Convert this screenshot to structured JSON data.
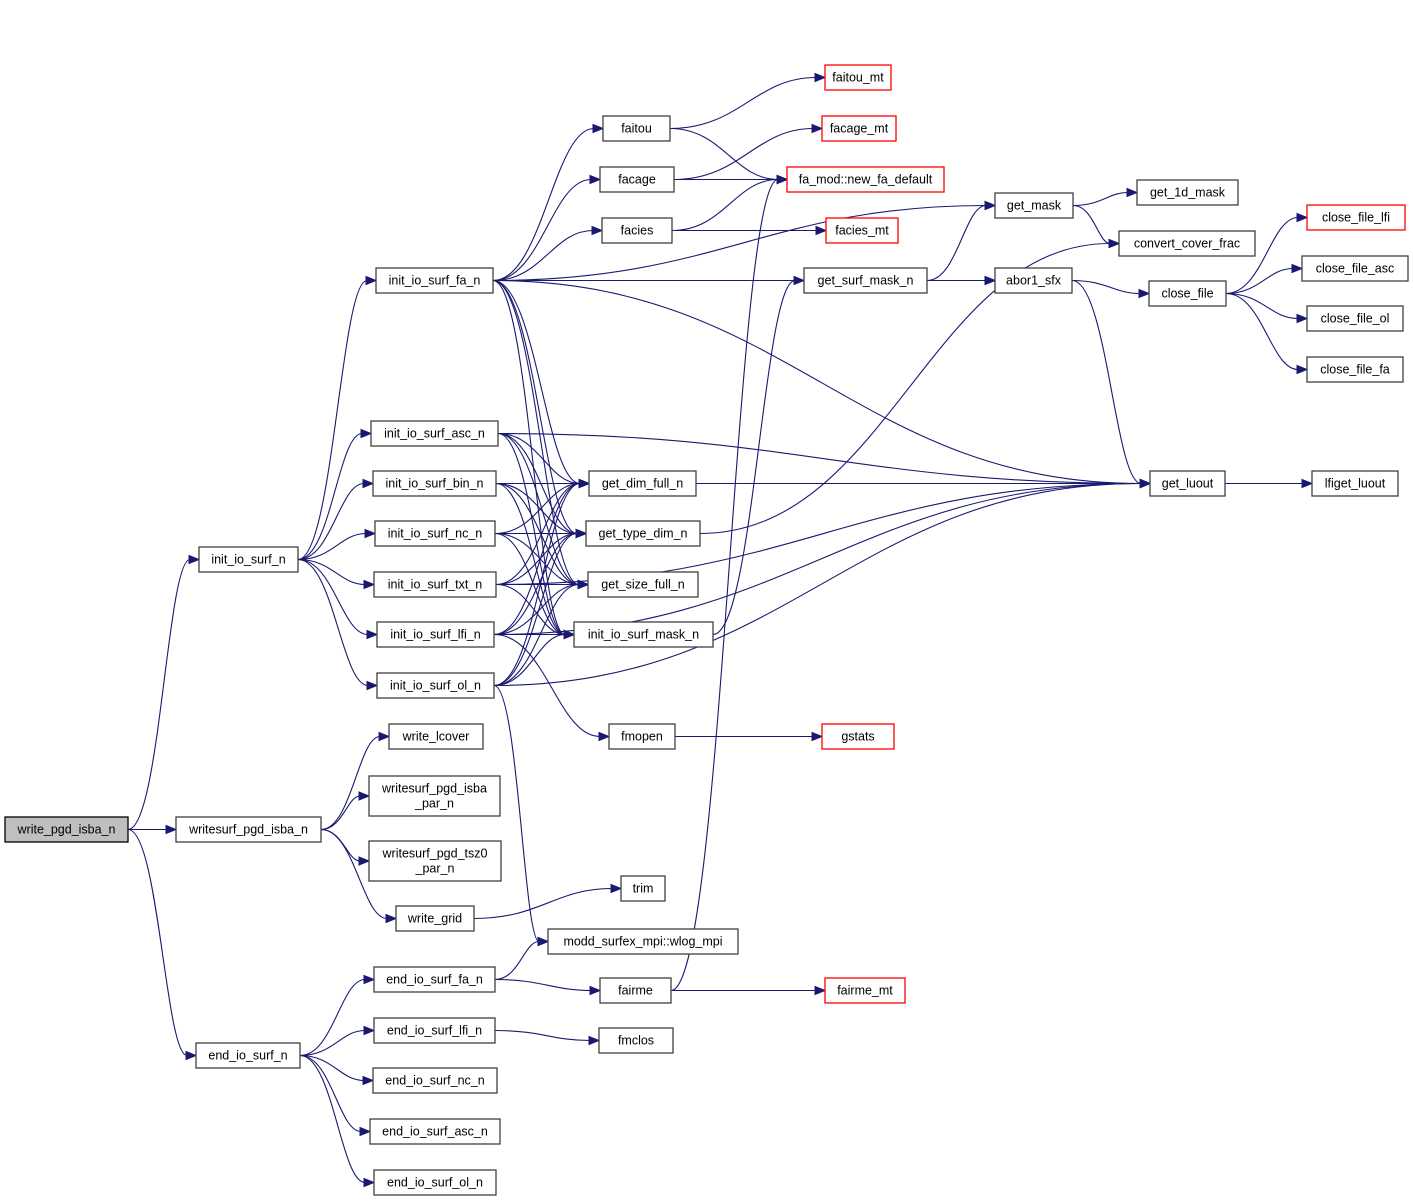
{
  "title": "Call graph of write_pgd_isba_n",
  "colors": {
    "edge": "#191970",
    "node_border": "#404040",
    "root_fill": "#bfbfbf",
    "external_border": "#ff0000"
  },
  "nodes": [
    {
      "id": "write_pgd_isba_n",
      "label": "write_pgd_isba_n",
      "kind": "root"
    },
    {
      "id": "init_io_surf_n",
      "label": "init_io_surf_n"
    },
    {
      "id": "writesurf_pgd_isba_n",
      "label": "writesurf_pgd_isba_n"
    },
    {
      "id": "end_io_surf_n",
      "label": "end_io_surf_n"
    },
    {
      "id": "init_io_surf_fa_n",
      "label": "init_io_surf_fa_n"
    },
    {
      "id": "init_io_surf_asc_n",
      "label": "init_io_surf_asc_n"
    },
    {
      "id": "init_io_surf_bin_n",
      "label": "init_io_surf_bin_n"
    },
    {
      "id": "init_io_surf_nc_n",
      "label": "init_io_surf_nc_n"
    },
    {
      "id": "init_io_surf_txt_n",
      "label": "init_io_surf_txt_n"
    },
    {
      "id": "init_io_surf_lfi_n",
      "label": "init_io_surf_lfi_n"
    },
    {
      "id": "init_io_surf_ol_n",
      "label": "init_io_surf_ol_n"
    },
    {
      "id": "write_lcover",
      "label": "write_lcover"
    },
    {
      "id": "writesurf_pgd_isba_par_n",
      "label": "writesurf_pgd_isba\n_par_n"
    },
    {
      "id": "writesurf_pgd_tsz0_par_n",
      "label": "writesurf_pgd_tsz0\n_par_n"
    },
    {
      "id": "write_grid",
      "label": "write_grid"
    },
    {
      "id": "end_io_surf_fa_n",
      "label": "end_io_surf_fa_n"
    },
    {
      "id": "end_io_surf_lfi_n",
      "label": "end_io_surf_lfi_n"
    },
    {
      "id": "end_io_surf_nc_n",
      "label": "end_io_surf_nc_n"
    },
    {
      "id": "end_io_surf_asc_n",
      "label": "end_io_surf_asc_n"
    },
    {
      "id": "end_io_surf_ol_n",
      "label": "end_io_surf_ol_n"
    },
    {
      "id": "faitou",
      "label": "faitou"
    },
    {
      "id": "facage",
      "label": "facage"
    },
    {
      "id": "facies",
      "label": "facies"
    },
    {
      "id": "get_dim_full_n",
      "label": "get_dim_full_n"
    },
    {
      "id": "get_type_dim_n",
      "label": "get_type_dim_n"
    },
    {
      "id": "get_size_full_n",
      "label": "get_size_full_n"
    },
    {
      "id": "init_io_surf_mask_n",
      "label": "init_io_surf_mask_n"
    },
    {
      "id": "fmopen",
      "label": "fmopen"
    },
    {
      "id": "trim",
      "label": "trim"
    },
    {
      "id": "wlog_mpi",
      "label": "modd_surfex_mpi::wlog_mpi"
    },
    {
      "id": "fairme",
      "label": "fairme"
    },
    {
      "id": "fmclos",
      "label": "fmclos"
    },
    {
      "id": "faitou_mt",
      "label": "faitou_mt",
      "kind": "external"
    },
    {
      "id": "facage_mt",
      "label": "facage_mt",
      "kind": "external"
    },
    {
      "id": "new_fa_default",
      "label": "fa_mod::new_fa_default",
      "kind": "external"
    },
    {
      "id": "facies_mt",
      "label": "facies_mt",
      "kind": "external"
    },
    {
      "id": "get_surf_mask_n",
      "label": "get_surf_mask_n"
    },
    {
      "id": "gstats",
      "label": "gstats",
      "kind": "external"
    },
    {
      "id": "fairme_mt",
      "label": "fairme_mt",
      "kind": "external"
    },
    {
      "id": "get_mask",
      "label": "get_mask"
    },
    {
      "id": "abor1_sfx",
      "label": "abor1_sfx"
    },
    {
      "id": "get_1d_mask",
      "label": "get_1d_mask"
    },
    {
      "id": "convert_cover_frac",
      "label": "convert_cover_frac"
    },
    {
      "id": "close_file",
      "label": "close_file"
    },
    {
      "id": "get_luout",
      "label": "get_luout"
    },
    {
      "id": "close_file_lfi",
      "label": "close_file_lfi",
      "kind": "external"
    },
    {
      "id": "close_file_asc",
      "label": "close_file_asc"
    },
    {
      "id": "close_file_ol",
      "label": "close_file_ol"
    },
    {
      "id": "close_file_fa",
      "label": "close_file_fa"
    },
    {
      "id": "lfiget_luout",
      "label": "lfiget_luout"
    }
  ],
  "edges": [
    [
      "write_pgd_isba_n",
      "init_io_surf_n"
    ],
    [
      "write_pgd_isba_n",
      "writesurf_pgd_isba_n"
    ],
    [
      "write_pgd_isba_n",
      "end_io_surf_n"
    ],
    [
      "init_io_surf_n",
      "init_io_surf_fa_n"
    ],
    [
      "init_io_surf_n",
      "init_io_surf_asc_n"
    ],
    [
      "init_io_surf_n",
      "init_io_surf_bin_n"
    ],
    [
      "init_io_surf_n",
      "init_io_surf_nc_n"
    ],
    [
      "init_io_surf_n",
      "init_io_surf_txt_n"
    ],
    [
      "init_io_surf_n",
      "init_io_surf_lfi_n"
    ],
    [
      "init_io_surf_n",
      "init_io_surf_ol_n"
    ],
    [
      "writesurf_pgd_isba_n",
      "write_lcover"
    ],
    [
      "writesurf_pgd_isba_n",
      "writesurf_pgd_isba_par_n"
    ],
    [
      "writesurf_pgd_isba_n",
      "writesurf_pgd_tsz0_par_n"
    ],
    [
      "writesurf_pgd_isba_n",
      "write_grid"
    ],
    [
      "end_io_surf_n",
      "end_io_surf_fa_n"
    ],
    [
      "end_io_surf_n",
      "end_io_surf_lfi_n"
    ],
    [
      "end_io_surf_n",
      "end_io_surf_nc_n"
    ],
    [
      "end_io_surf_n",
      "end_io_surf_asc_n"
    ],
    [
      "end_io_surf_n",
      "end_io_surf_ol_n"
    ],
    [
      "init_io_surf_fa_n",
      "faitou"
    ],
    [
      "init_io_surf_fa_n",
      "facage"
    ],
    [
      "init_io_surf_fa_n",
      "facies"
    ],
    [
      "init_io_surf_fa_n",
      "get_mask"
    ],
    [
      "init_io_surf_fa_n",
      "abor1_sfx"
    ],
    [
      "init_io_surf_fa_n",
      "get_dim_full_n"
    ],
    [
      "init_io_surf_fa_n",
      "get_type_dim_n"
    ],
    [
      "init_io_surf_fa_n",
      "get_size_full_n"
    ],
    [
      "init_io_surf_fa_n",
      "init_io_surf_mask_n"
    ],
    [
      "init_io_surf_fa_n",
      "get_luout"
    ],
    [
      "init_io_surf_asc_n",
      "get_dim_full_n"
    ],
    [
      "init_io_surf_asc_n",
      "get_type_dim_n"
    ],
    [
      "init_io_surf_asc_n",
      "get_size_full_n"
    ],
    [
      "init_io_surf_asc_n",
      "init_io_surf_mask_n"
    ],
    [
      "init_io_surf_asc_n",
      "get_luout"
    ],
    [
      "init_io_surf_bin_n",
      "get_dim_full_n"
    ],
    [
      "init_io_surf_bin_n",
      "get_type_dim_n"
    ],
    [
      "init_io_surf_bin_n",
      "get_size_full_n"
    ],
    [
      "init_io_surf_bin_n",
      "init_io_surf_mask_n"
    ],
    [
      "init_io_surf_bin_n",
      "get_luout"
    ],
    [
      "init_io_surf_nc_n",
      "get_dim_full_n"
    ],
    [
      "init_io_surf_nc_n",
      "get_type_dim_n"
    ],
    [
      "init_io_surf_nc_n",
      "get_size_full_n"
    ],
    [
      "init_io_surf_nc_n",
      "init_io_surf_mask_n"
    ],
    [
      "init_io_surf_txt_n",
      "get_dim_full_n"
    ],
    [
      "init_io_surf_txt_n",
      "get_type_dim_n"
    ],
    [
      "init_io_surf_txt_n",
      "get_size_full_n"
    ],
    [
      "init_io_surf_txt_n",
      "init_io_surf_mask_n"
    ],
    [
      "init_io_surf_txt_n",
      "get_luout"
    ],
    [
      "init_io_surf_lfi_n",
      "get_dim_full_n"
    ],
    [
      "init_io_surf_lfi_n",
      "get_type_dim_n"
    ],
    [
      "init_io_surf_lfi_n",
      "get_size_full_n"
    ],
    [
      "init_io_surf_lfi_n",
      "init_io_surf_mask_n"
    ],
    [
      "init_io_surf_lfi_n",
      "fmopen"
    ],
    [
      "init_io_surf_lfi_n",
      "get_luout"
    ],
    [
      "init_io_surf_ol_n",
      "get_dim_full_n"
    ],
    [
      "init_io_surf_ol_n",
      "get_type_dim_n"
    ],
    [
      "init_io_surf_ol_n",
      "get_size_full_n"
    ],
    [
      "init_io_surf_ol_n",
      "init_io_surf_mask_n"
    ],
    [
      "init_io_surf_ol_n",
      "wlog_mpi"
    ],
    [
      "init_io_surf_ol_n",
      "get_luout"
    ],
    [
      "faitou",
      "faitou_mt"
    ],
    [
      "faitou",
      "new_fa_default"
    ],
    [
      "facage",
      "facage_mt"
    ],
    [
      "facage",
      "new_fa_default"
    ],
    [
      "facies",
      "new_fa_default"
    ],
    [
      "facies",
      "facies_mt"
    ],
    [
      "get_type_dim_n",
      "convert_cover_frac"
    ],
    [
      "init_io_surf_mask_n",
      "get_surf_mask_n"
    ],
    [
      "fmopen",
      "gstats"
    ],
    [
      "write_grid",
      "trim"
    ],
    [
      "end_io_surf_fa_n",
      "wlog_mpi"
    ],
    [
      "end_io_surf_fa_n",
      "fairme"
    ],
    [
      "end_io_surf_lfi_n",
      "fmclos"
    ],
    [
      "fairme",
      "new_fa_default"
    ],
    [
      "fairme",
      "fairme_mt"
    ],
    [
      "get_surf_mask_n",
      "get_mask"
    ],
    [
      "get_surf_mask_n",
      "abor1_sfx"
    ],
    [
      "get_mask",
      "get_1d_mask"
    ],
    [
      "get_mask",
      "convert_cover_frac"
    ],
    [
      "abor1_sfx",
      "close_file"
    ],
    [
      "abor1_sfx",
      "get_luout"
    ],
    [
      "close_file",
      "close_file_lfi"
    ],
    [
      "close_file",
      "close_file_asc"
    ],
    [
      "close_file",
      "close_file_ol"
    ],
    [
      "close_file",
      "close_file_fa"
    ],
    [
      "get_luout",
      "lfiget_luout"
    ]
  ]
}
